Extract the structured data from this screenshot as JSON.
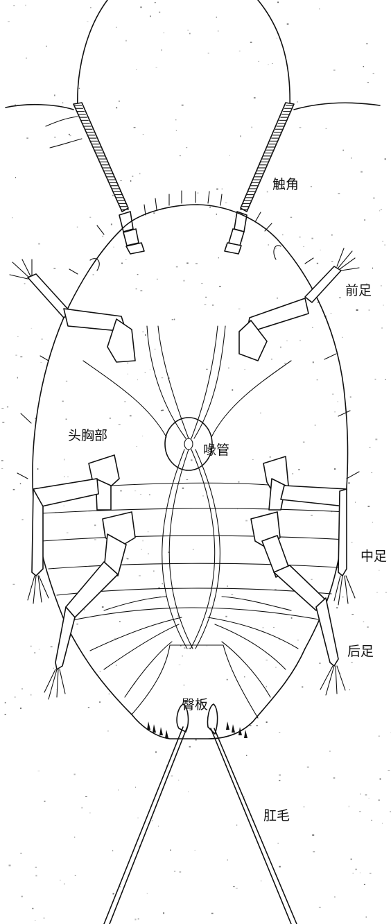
{
  "labels": {
    "antenna": "触角",
    "foreleg": "前足",
    "cephalothorax": "头胸部",
    "beak": "喙管",
    "midleg": "中足",
    "hindleg": "后足",
    "pygidium": "臀板",
    "anal_seta": "肛毛"
  }
}
